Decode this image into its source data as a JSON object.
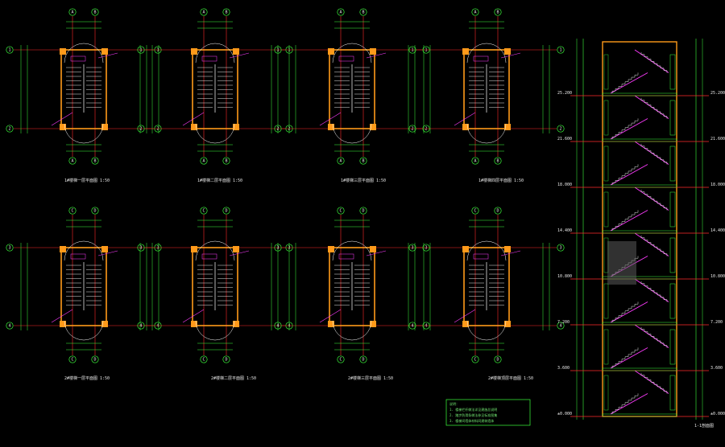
{
  "drawing": {
    "background": "#000000",
    "colors": {
      "gridline": "#ff2a2a",
      "grid_bubble": "#3cff3c",
      "wall": "#ff9a1a",
      "stair": "#ffffff",
      "dimension": "#3cff3c",
      "annotation": "#ff3cff",
      "section_line": "#ff3cff",
      "text": "#e8e8e8"
    },
    "plans_top": [
      {
        "caption": "1#楼梯一层平面图 1:50",
        "axis_top": [
          "A",
          "B"
        ],
        "axis_side": [
          "1",
          "2"
        ]
      },
      {
        "caption": "1#楼梯二层平面图 1:50",
        "axis_top": [
          "A",
          "B"
        ],
        "axis_side": [
          "1",
          "2"
        ]
      },
      {
        "caption": "1#楼梯三层平面图 1:50",
        "axis_top": [
          "A",
          "B"
        ],
        "axis_side": [
          "1",
          "2"
        ]
      },
      {
        "caption": "1#楼梯四层平面图 1:50",
        "axis_top": [
          "A",
          "B"
        ],
        "axis_side": [
          "1",
          "2"
        ]
      }
    ],
    "plans_bottom": [
      {
        "caption": "2#楼梯一层平面图 1:50",
        "axis_top": [
          "C",
          "D"
        ],
        "axis_side": [
          "3",
          "4"
        ]
      },
      {
        "caption": "2#楼梯二层平面图 1:50",
        "axis_top": [
          "C",
          "D"
        ],
        "axis_side": [
          "3",
          "4"
        ]
      },
      {
        "caption": "2#楼梯三层平面图 1:50",
        "axis_top": [
          "C",
          "D"
        ],
        "axis_side": [
          "3",
          "4"
        ]
      },
      {
        "caption": "2#楼梯顶层平面图 1:50",
        "axis_top": [
          "C",
          "D"
        ],
        "axis_side": [
          "3",
          "4"
        ]
      }
    ],
    "section": {
      "caption": "1-1剖面图",
      "levels": [
        "±0.000",
        "3.600",
        "7.200",
        "10.800",
        "14.400",
        "18.000",
        "21.600",
        "25.200"
      ]
    },
    "notes": [
      "说明：",
      "1. 楼梯栏杆做法详见建施总说明",
      "2. 踏步防滑条做法参见标准图集",
      "3. 楼梯间墙体材料同建筑墙体"
    ]
  }
}
